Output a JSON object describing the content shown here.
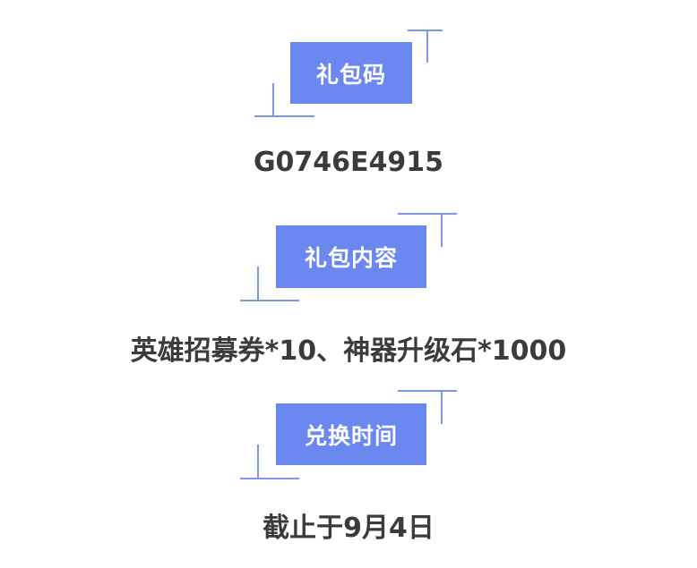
{
  "sections": [
    {
      "label": "礼包码",
      "value": "G0746E4915"
    },
    {
      "label": "礼包内容",
      "value": "英雄招募券*10、神器升级石*1000"
    },
    {
      "label": "兑换时间",
      "value": "截止于9月4日"
    }
  ],
  "colors": {
    "label_bg": "#6b88f0",
    "label_text": "#ffffff",
    "value_text": "#3b3b3b",
    "corner_lines": "#7c96e8"
  }
}
